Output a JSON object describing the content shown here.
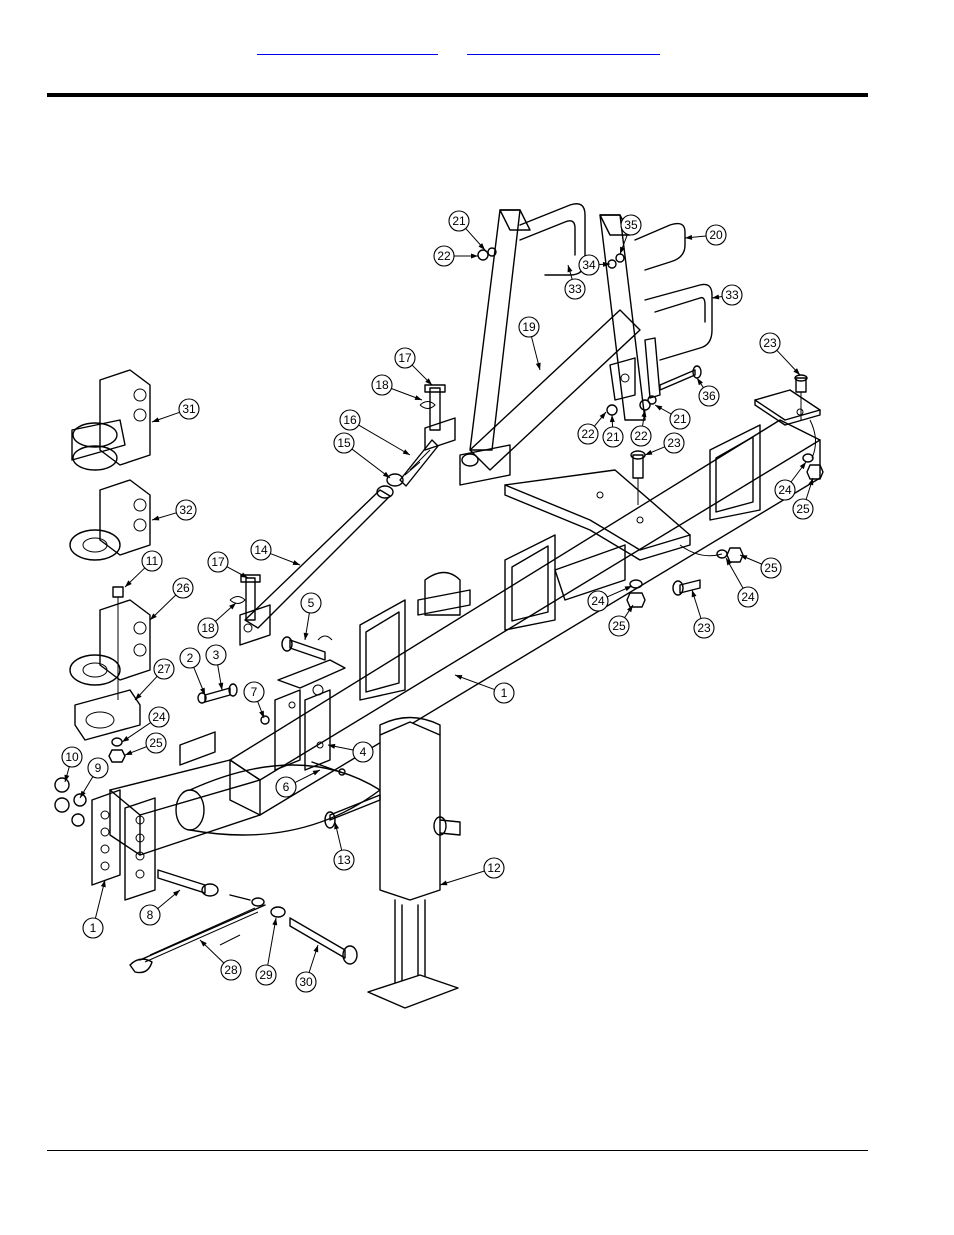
{
  "header": {
    "links": [
      {
        "label": ""
      },
      {
        "label": ""
      }
    ]
  },
  "diagram": {
    "callouts": [
      {
        "label": "1"
      },
      {
        "label": "1"
      },
      {
        "label": "2"
      },
      {
        "label": "3"
      },
      {
        "label": "4"
      },
      {
        "label": "5"
      },
      {
        "label": "6"
      },
      {
        "label": "7"
      },
      {
        "label": "8"
      },
      {
        "label": "9"
      },
      {
        "label": "10"
      },
      {
        "label": "11"
      },
      {
        "label": "12"
      },
      {
        "label": "13"
      },
      {
        "label": "14"
      },
      {
        "label": "15"
      },
      {
        "label": "16"
      },
      {
        "label": "17"
      },
      {
        "label": "17"
      },
      {
        "label": "18"
      },
      {
        "label": "18"
      },
      {
        "label": "19"
      },
      {
        "label": "20"
      },
      {
        "label": "21"
      },
      {
        "label": "21"
      },
      {
        "label": "21"
      },
      {
        "label": "22"
      },
      {
        "label": "22"
      },
      {
        "label": "22"
      },
      {
        "label": "23"
      },
      {
        "label": "23"
      },
      {
        "label": "23"
      },
      {
        "label": "24"
      },
      {
        "label": "24"
      },
      {
        "label": "24"
      },
      {
        "label": "24"
      },
      {
        "label": "25"
      },
      {
        "label": "25"
      },
      {
        "label": "25"
      },
      {
        "label": "25"
      },
      {
        "label": "26"
      },
      {
        "label": "27"
      },
      {
        "label": "28"
      },
      {
        "label": "29"
      },
      {
        "label": "30"
      },
      {
        "label": "31"
      },
      {
        "label": "32"
      },
      {
        "label": "33"
      },
      {
        "label": "33"
      },
      {
        "label": "34"
      },
      {
        "label": "35"
      },
      {
        "label": "36"
      }
    ]
  }
}
